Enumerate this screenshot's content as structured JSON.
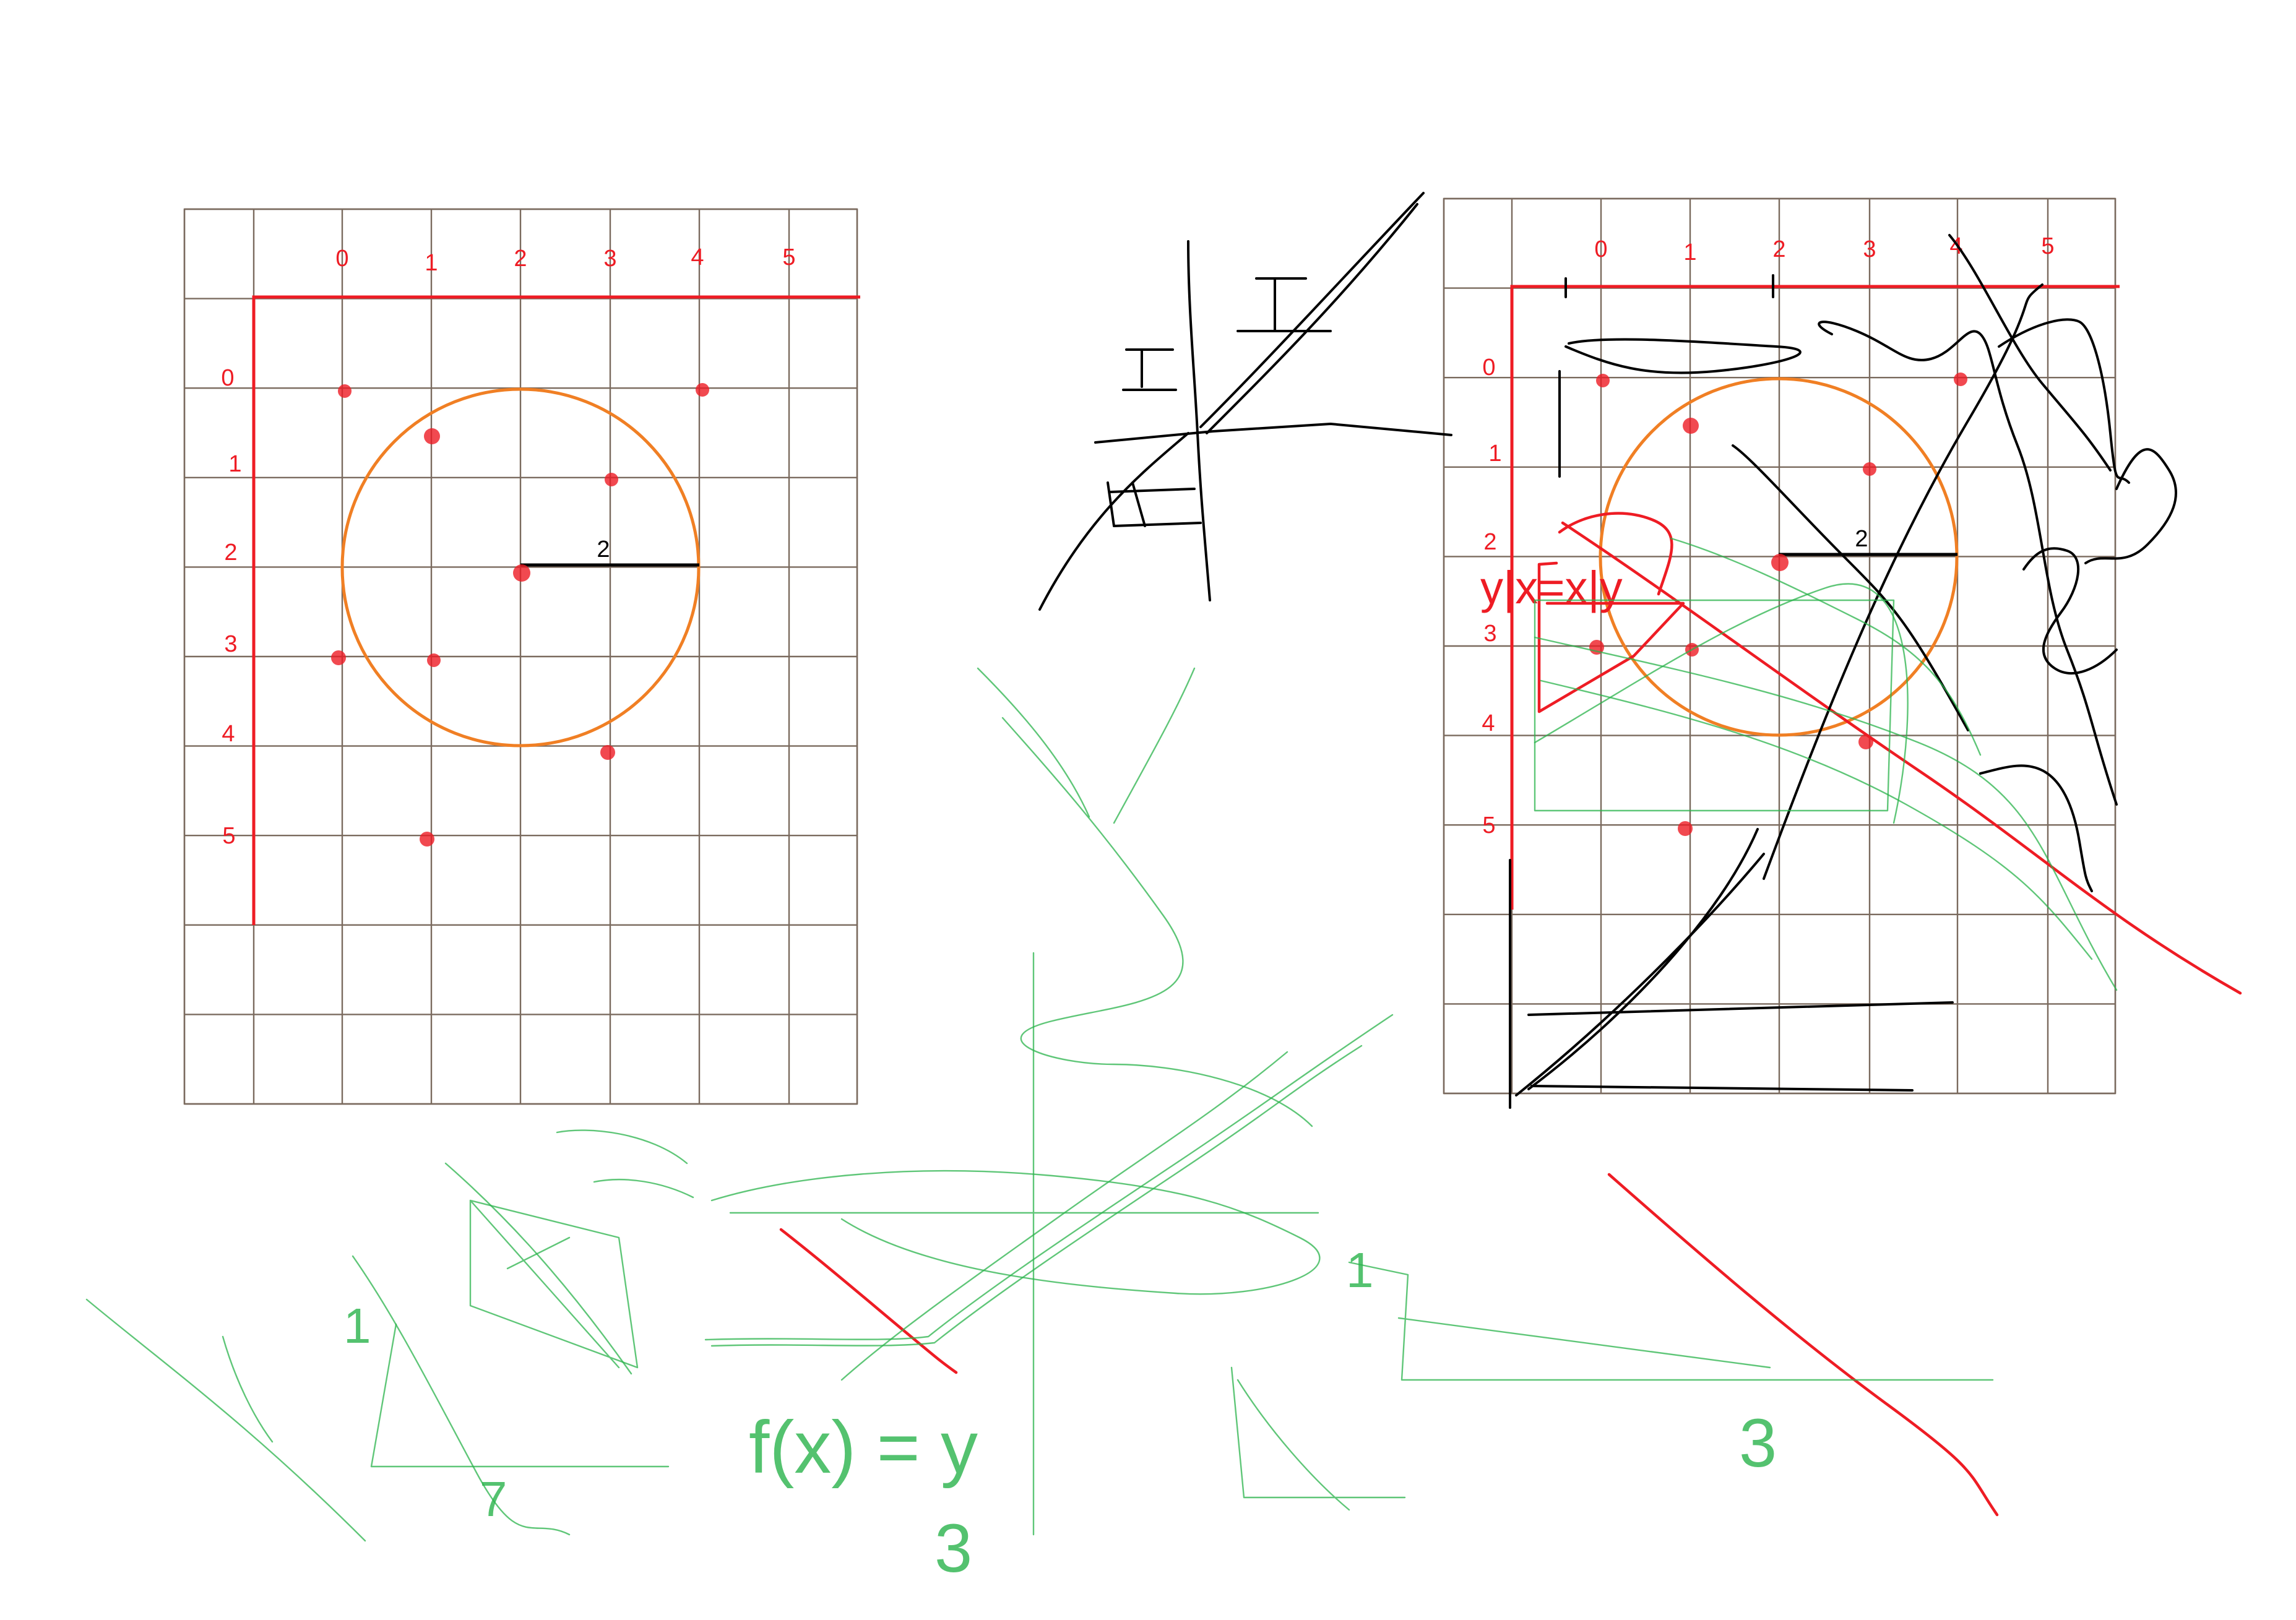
{
  "left_grid": {
    "x_tick_labels": [
      "0",
      "1",
      "2",
      "3",
      "4",
      "5"
    ],
    "y_tick_labels": [
      "0",
      "1",
      "2",
      "3",
      "4",
      "5"
    ],
    "radius_label": "2"
  },
  "right_grid": {
    "x_tick_labels": [
      "0",
      "1",
      "2",
      "3",
      "4",
      "5"
    ],
    "y_tick_labels": [
      "0",
      "1",
      "2",
      "3",
      "4",
      "5"
    ],
    "radius_label": "2"
  },
  "colors": {
    "axes": "#ee1c24",
    "circle": "#f07f24",
    "points": "#ee1c24",
    "grid": "#7a6a5e",
    "ink_black": "#000000",
    "ink_green": "#29b34b"
  },
  "handwriting": {
    "fx_equation": "f(x) = y",
    "three_left": "3",
    "three_right": "3",
    "one_left": "1",
    "one_right": "1",
    "seven": "7",
    "y_x_label": "y|x=x|y"
  }
}
